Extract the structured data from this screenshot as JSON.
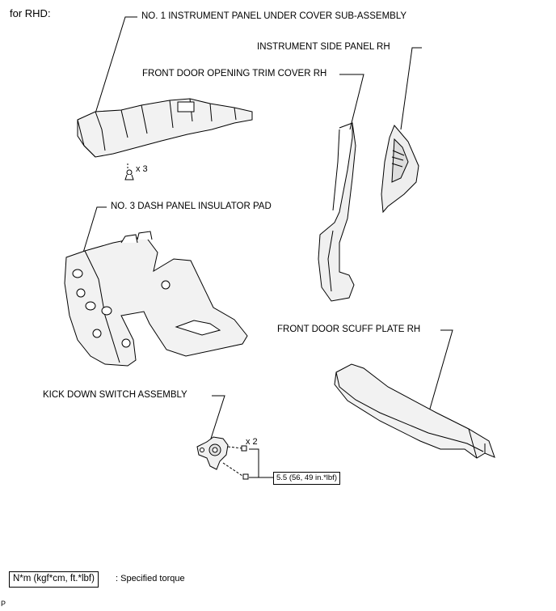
{
  "header": {
    "variant": "for RHD:"
  },
  "labels": {
    "under_cover": "NO. 1 INSTRUMENT PANEL UNDER COVER SUB-ASSEMBLY",
    "side_panel": "INSTRUMENT SIDE PANEL RH",
    "trim_cover": "FRONT DOOR OPENING TRIM COVER RH",
    "insulator_pad": "NO. 3 DASH PANEL INSULATOR PAD",
    "scuff_plate": "FRONT DOOR SCUFF PLATE RH",
    "kick_down": "KICK DOWN SWITCH ASSEMBLY"
  },
  "quantities": {
    "under_cover_clips": "x 3",
    "kick_down_bolts": "x 2"
  },
  "torque": {
    "value": "5.5 (56, 49 in.*lbf)"
  },
  "legend": {
    "unit_box": "N*m (kgf*cm, ft.*lbf)",
    "description": ": Specified torque"
  },
  "footer": {
    "code": "P"
  }
}
